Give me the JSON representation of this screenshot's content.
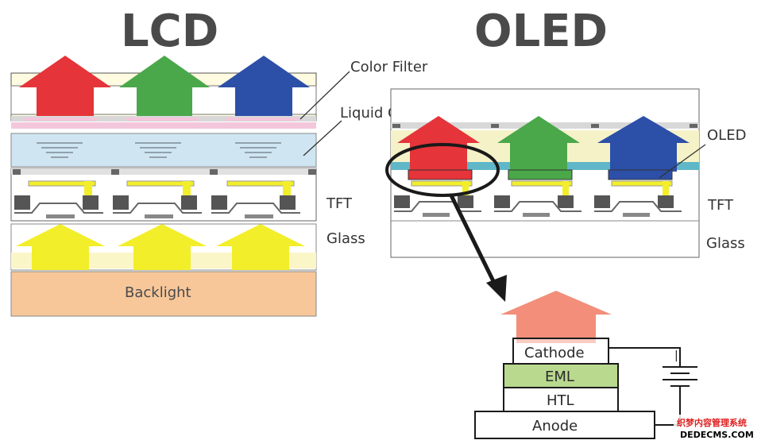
{
  "lcd": {
    "title": "LCD",
    "labels": {
      "color_filter": "Color Filter",
      "liquid_crystal": "Liquid Crystal",
      "tft": "TFT",
      "glass": "Glass",
      "backlight": "Backlight"
    }
  },
  "oled": {
    "title": "OLED",
    "labels": {
      "oled": "OLED",
      "tft": "TFT",
      "glass": "Glass"
    }
  },
  "stack": {
    "cathode": "Cathode",
    "eml": "EML",
    "htl": "HTL",
    "anode": "Anode"
  },
  "watermark": {
    "line1": "织梦内容管理系统",
    "line2": "DEDECMS.COM"
  },
  "colors": {
    "red": "#e5343a",
    "green": "#4aa84a",
    "blue": "#2c4fa8",
    "yellow": "#f2ee2a",
    "backlight": "#f7c79a",
    "liquid_crystal": "#cfe6f2",
    "color_filter_strip": "#f4c6dc",
    "eml": "#b9d98f",
    "emission_arrow": "#f28e7a"
  }
}
